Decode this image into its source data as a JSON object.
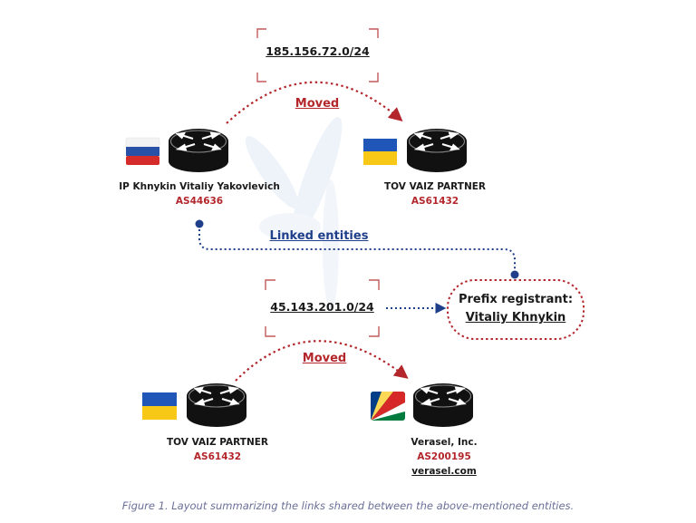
{
  "colors": {
    "accent_red": "#b3262b",
    "link_blue": "#1f3f8a",
    "router_black": "#111111",
    "caption": "#6a6f98"
  },
  "prefixes": {
    "top": "185.156.72.0/24",
    "bottom": "45.143.201.0/24"
  },
  "moved_labels": {
    "top": "Moved",
    "bottom": "Moved"
  },
  "linked_label": "Linked entities",
  "registrant": {
    "title": "Prefix registrant:",
    "name": "Vitaliy Khnykin"
  },
  "entities": {
    "top_left": {
      "name": "IP Khnykin Vitaliy Yakovlevich",
      "as": "AS44636",
      "flag": "russia",
      "icon": "router-icon"
    },
    "top_right": {
      "name": "TOV VAIZ PARTNER",
      "as": "AS61432",
      "flag": "ukraine",
      "icon": "router-icon"
    },
    "bottom_left": {
      "name": "TOV VAIZ PARTNER",
      "as": "AS61432",
      "flag": "ukraine",
      "icon": "router-icon"
    },
    "bottom_right": {
      "name": "Verasel, Inc.",
      "as": "AS200195",
      "site": "verasel.com",
      "flag": "seychelles",
      "icon": "router-icon"
    }
  },
  "caption": "Figure 1. Layout summarizing the links shared between the above-mentioned entities."
}
